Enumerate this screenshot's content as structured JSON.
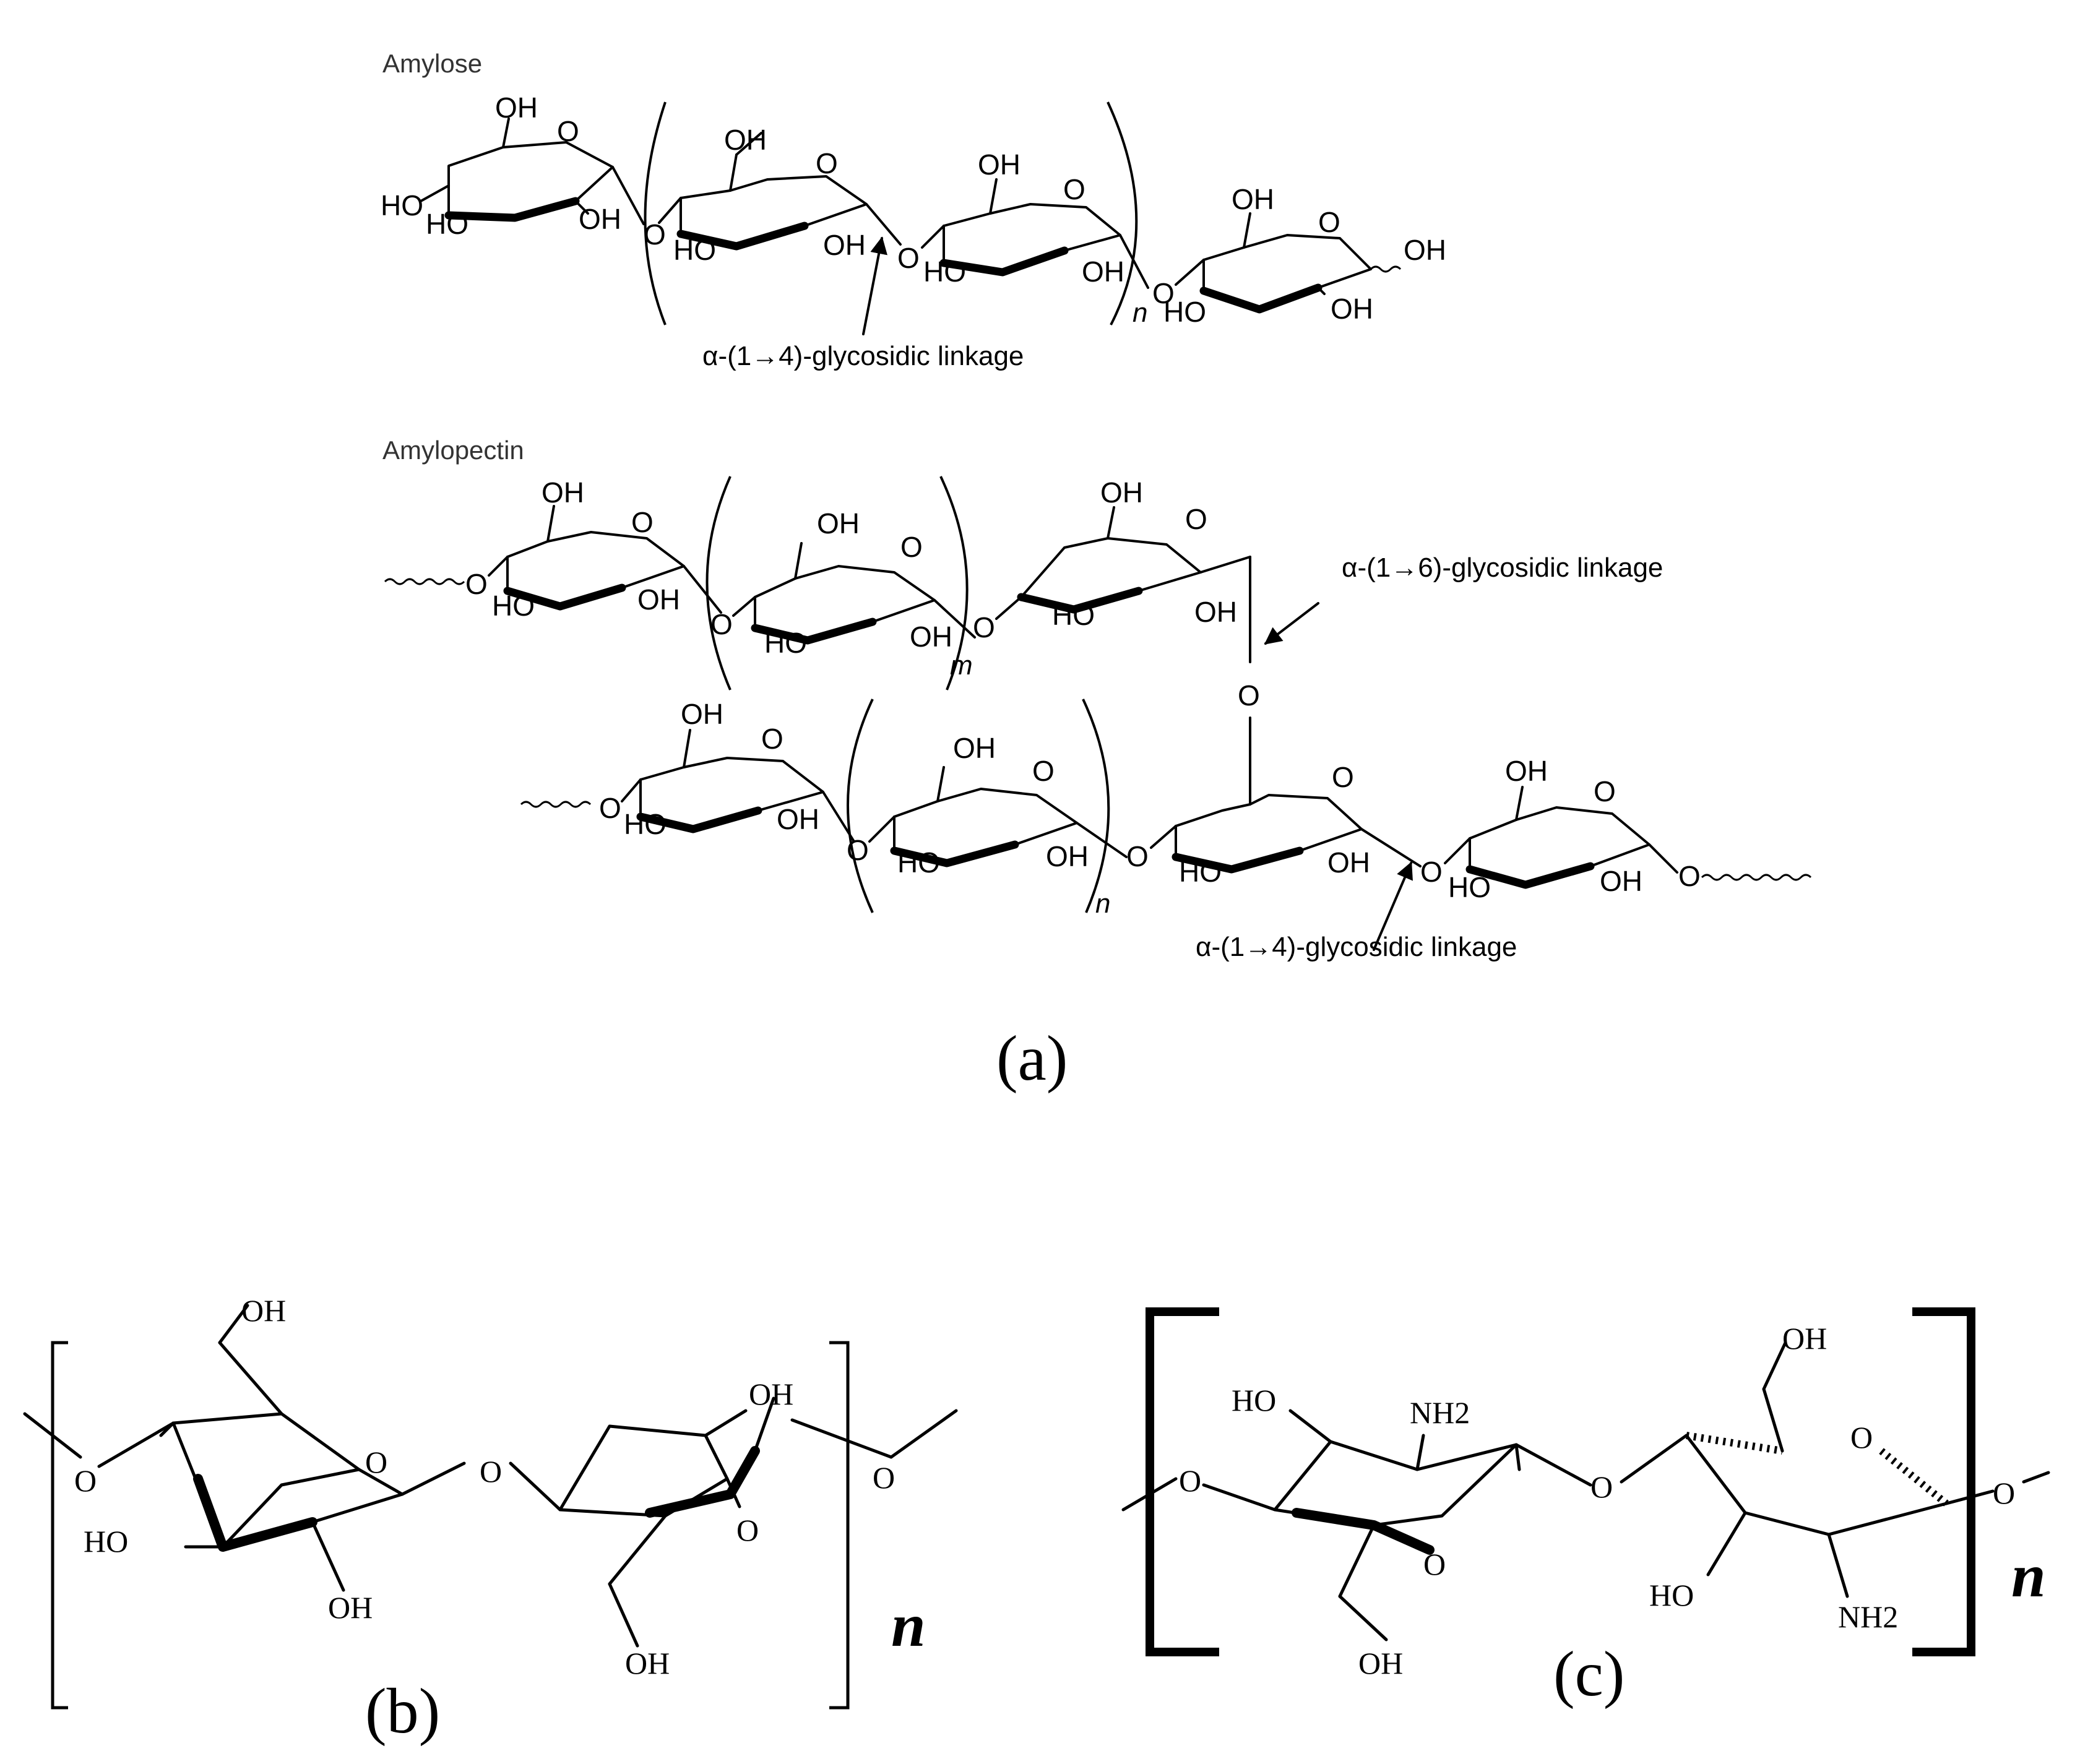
{
  "panel_a": {
    "amylose_title": "Amylose",
    "amylopectin_title": "Amylopectin",
    "link_14_amylose": "α-(1→4)-glycosidic linkage",
    "link_16": "α-(1→6)-glycosidic linkage",
    "link_14_amylopectin": "α-(1→4)-glycosidic linkage",
    "sub_n": "n",
    "sub_m": "m",
    "panel_label": "(a)"
  },
  "panel_b": {
    "sub_n": "n",
    "panel_label": "(b)"
  },
  "panel_c": {
    "sub_n": "n",
    "panel_label": "(c)"
  },
  "atoms": {
    "oh": "OH",
    "ho": "HO",
    "o": "O",
    "nh2": "NH2"
  }
}
